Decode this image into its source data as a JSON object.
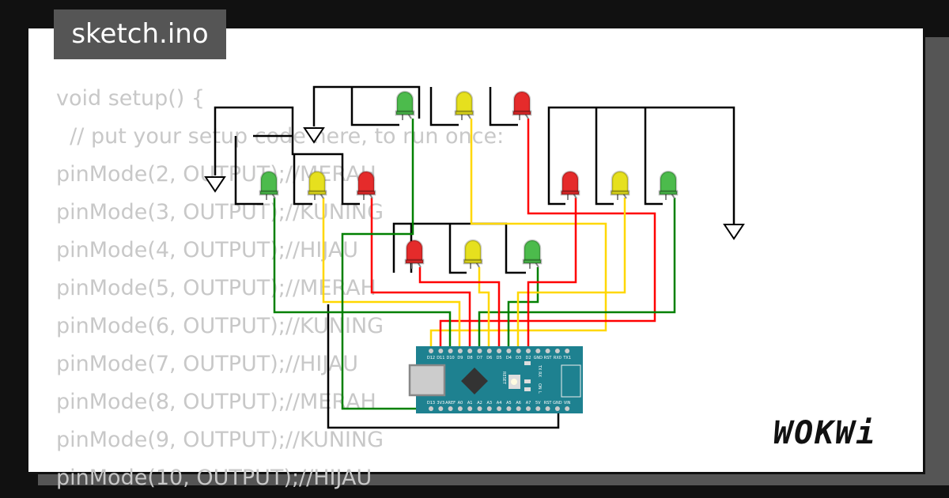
{
  "file_tab": {
    "label": "sketch.ino"
  },
  "code_lines": [
    "void setup() {",
    "  // put your setup code here, to run once:",
    "pinMode(2, OUTPUT);//MERAH",
    "pinMode(3, OUTPUT);//KUNING",
    "pinMode(4, OUTPUT);//HIJAU",
    "pinMode(5, OUTPUT);//MERAH",
    "pinMode(6, OUTPUT);//KUNING",
    "pinMode(7, OUTPUT);//HIJAU",
    "pinMode(8, OUTPUT);//MERAH",
    "pinMode(9, OUTPUT);//KUNING",
    "pinMode(10, OUTPUT);//HIJAU"
  ],
  "board": {
    "top_pins": [
      "D12",
      "D11",
      "D10",
      "D9",
      "D8",
      "D7",
      "D6",
      "D5",
      "D4",
      "D3",
      "D2",
      "GND",
      "RST",
      "RX0",
      "TX1"
    ],
    "bottom_pins": [
      "D13",
      "3V3",
      "AREF",
      "A0",
      "A1",
      "A2",
      "A3",
      "A4",
      "A5",
      "A6",
      "A7",
      "5V",
      "RST",
      "GND",
      "VIN"
    ],
    "labels": {
      "reset": "RESET",
      "txrx": "TX RX",
      "on": "ON",
      "l": "L"
    },
    "color": "#1e8190"
  },
  "led_colors": {
    "red": "#e52b2b",
    "yellow": "#e6e01e",
    "green": "#4cbb4c"
  },
  "wire_colors": {
    "red": "#ff0000",
    "yellow": "#ffd700",
    "green": "#008000",
    "black": "#000000"
  },
  "logo": {
    "text": "WOKWi"
  }
}
